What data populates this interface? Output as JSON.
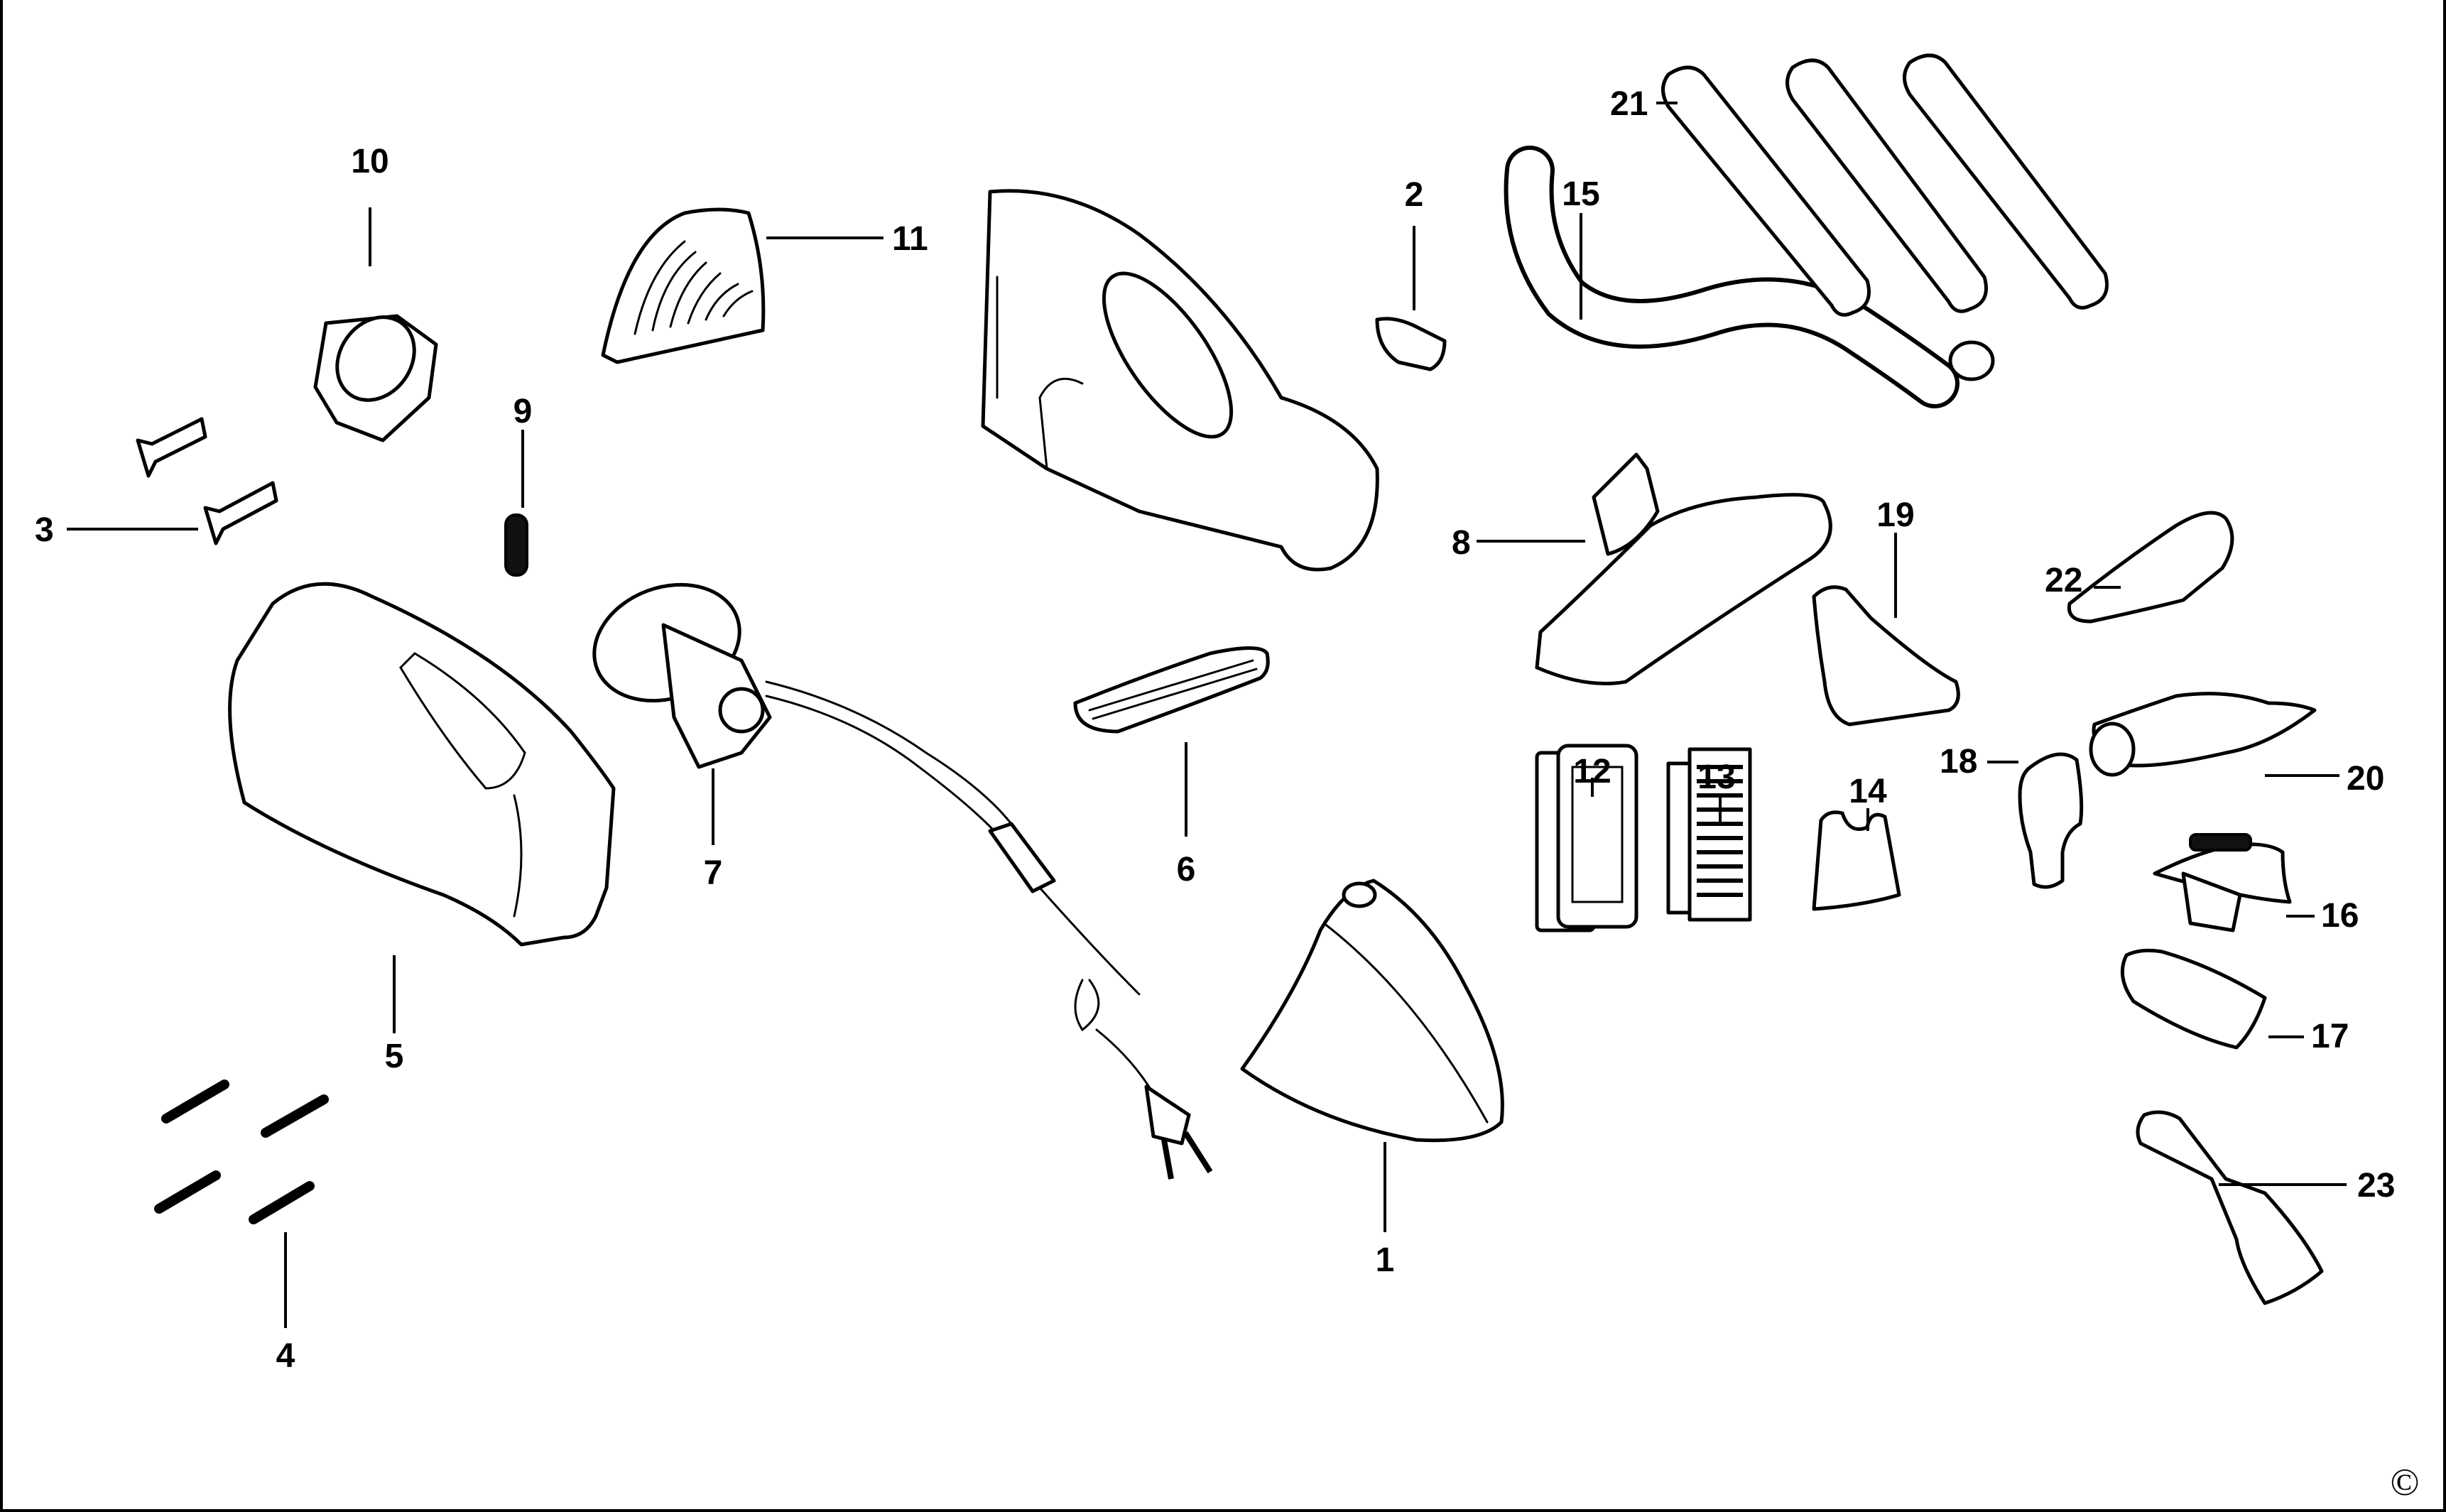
{
  "diagram": {
    "type": "exploded parts diagram",
    "subject": "handheld vacuum cleaner",
    "copyright_symbol": "©",
    "callouts": [
      {
        "id": "1",
        "label": "1",
        "part": "front nozzle cover"
      },
      {
        "id": "2",
        "label": "2",
        "part": "switch button"
      },
      {
        "id": "3",
        "label": "3",
        "part": "screw (countersunk)"
      },
      {
        "id": "4",
        "label": "4",
        "part": "screw (long)"
      },
      {
        "id": "5",
        "label": "5",
        "part": "housing half"
      },
      {
        "id": "6",
        "label": "6",
        "part": "grille / pad"
      },
      {
        "id": "7",
        "label": "7",
        "part": "motor with cord and plug"
      },
      {
        "id": "8",
        "label": "8",
        "part": "floor nozzle"
      },
      {
        "id": "9",
        "label": "9",
        "part": "spring"
      },
      {
        "id": "10",
        "label": "10",
        "part": "button cap"
      },
      {
        "id": "11",
        "label": "11",
        "part": "vent grille"
      },
      {
        "id": "12",
        "label": "12",
        "part": "filter frame"
      },
      {
        "id": "13",
        "label": "13",
        "part": "pleated filter"
      },
      {
        "id": "14",
        "label": "14",
        "part": "foam filter"
      },
      {
        "id": "15",
        "label": "15",
        "part": "flexible hose"
      },
      {
        "id": "16",
        "label": "16",
        "part": "brush nozzle"
      },
      {
        "id": "17",
        "label": "17",
        "part": "wide nozzle"
      },
      {
        "id": "18",
        "label": "18",
        "part": "adapter"
      },
      {
        "id": "19",
        "label": "19",
        "part": "upholstery nozzle"
      },
      {
        "id": "20",
        "label": "20",
        "part": "extension adapter"
      },
      {
        "id": "21",
        "label": "21",
        "part": "extension tube (x3)"
      },
      {
        "id": "22",
        "label": "22",
        "part": "inflation nozzle"
      },
      {
        "id": "23",
        "label": "23",
        "part": "crevice tool"
      }
    ]
  }
}
